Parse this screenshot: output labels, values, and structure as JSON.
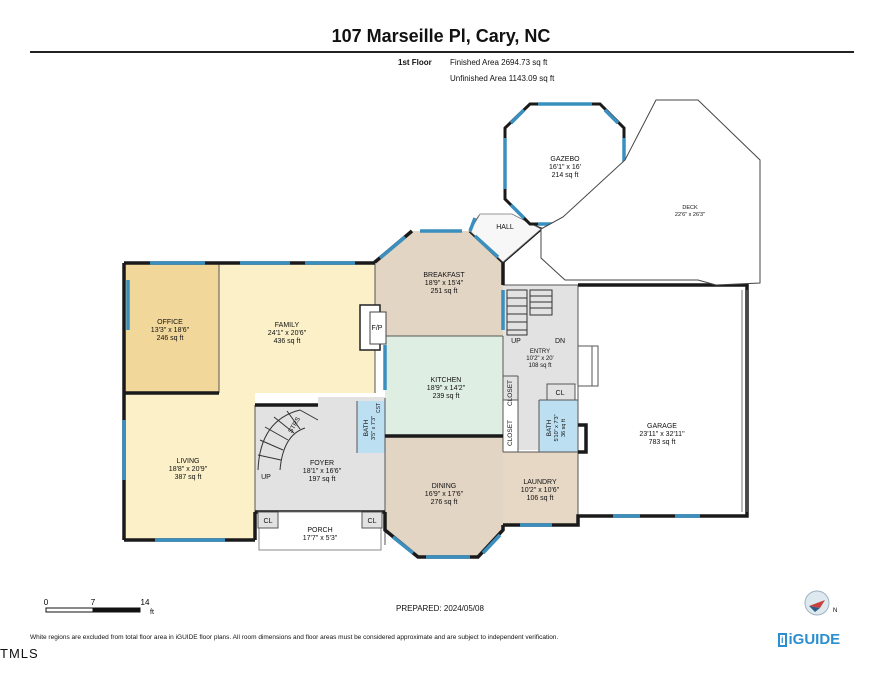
{
  "header": {
    "title": "107 Marseille Pl, Cary, NC",
    "floor": "1st Floor",
    "finished_area": "Finished Area 2694.73 sq ft",
    "unfinished_area": "Unfinished Area 1143.09 sq ft"
  },
  "rooms": {
    "gazebo": {
      "name": "GAZEBO",
      "dims": "16'1\" x 16'",
      "area": "214 sq ft"
    },
    "deck": {
      "name": "DECK",
      "dims": "22'6\" x 26'3\""
    },
    "hall": {
      "name": "HALL"
    },
    "breakfast": {
      "name": "BREAKFAST",
      "dims": "18'9\" x 15'4\"",
      "area": "251 sq ft"
    },
    "office": {
      "name": "OFFICE",
      "dims": "13'3\" x 18'6\"",
      "area": "246 sq ft"
    },
    "family": {
      "name": "FAMILY",
      "dims": "24'1\" x 20'6\"",
      "area": "436 sq ft"
    },
    "fp": {
      "name": "F/P"
    },
    "kitchen": {
      "name": "KITCHEN",
      "dims": "18'9\" x 14'2\"",
      "area": "239 sq ft"
    },
    "entry": {
      "name": "ENTRY",
      "dims": "10'2\" x 20'",
      "area": "108 sq ft"
    },
    "garage": {
      "name": "GARAGE",
      "dims": "23'11\" x 32'11\"",
      "area": "783 sq ft"
    },
    "living": {
      "name": "LIVING",
      "dims": "18'8\" x 20'9\"",
      "area": "387 sq ft"
    },
    "foyer": {
      "name": "FOYER",
      "dims": "18'1\" x 16'6\"",
      "area": "197 sq ft"
    },
    "bath1": {
      "name": "BATH",
      "dims": "3'5\" x 7'3\""
    },
    "bath2": {
      "name": "BATH",
      "dims": "5'10\" x 7'3\"",
      "area": "36 sq ft"
    },
    "dining": {
      "name": "DINING",
      "dims": "16'9\" x 17'6\"",
      "area": "276 sq ft"
    },
    "laundry": {
      "name": "LAUNDRY",
      "dims": "10'2\" x 10'6\"",
      "area": "106 sq ft"
    },
    "porch": {
      "name": "PORCH",
      "dims": "17'7\" x 5'3\""
    }
  },
  "labels": {
    "closet": "CLOSET",
    "cl": "CL",
    "up": "UP",
    "dn": "DN",
    "strs": "STRS",
    "cst": "CST"
  },
  "scale": {
    "t0": "0",
    "t1": "7",
    "t2": "14",
    "unit": "ft"
  },
  "footer": {
    "prepared": "PREPARED: 2024/05/08",
    "disclaimer": "White regions are excluded from total floor area in iGUIDE floor plans. All room dimensions and floor areas must be considered approximate and are subject to independent verification.",
    "mls": "TMLS",
    "brand_box": "i",
    "brand": "iGUIDE",
    "compass_n": "N"
  },
  "colors": {
    "wall": "#1a1a1a",
    "window": "#3a8fbf",
    "office": "#f2d79a",
    "family_living": "#fbf0c8",
    "breakfast_dining": "#e3d5c4",
    "kitchen": "#dfeee3",
    "foyer_entry": "#e2e2e2",
    "bath": "#bcdff2",
    "laundry": "#e6d8c4"
  }
}
